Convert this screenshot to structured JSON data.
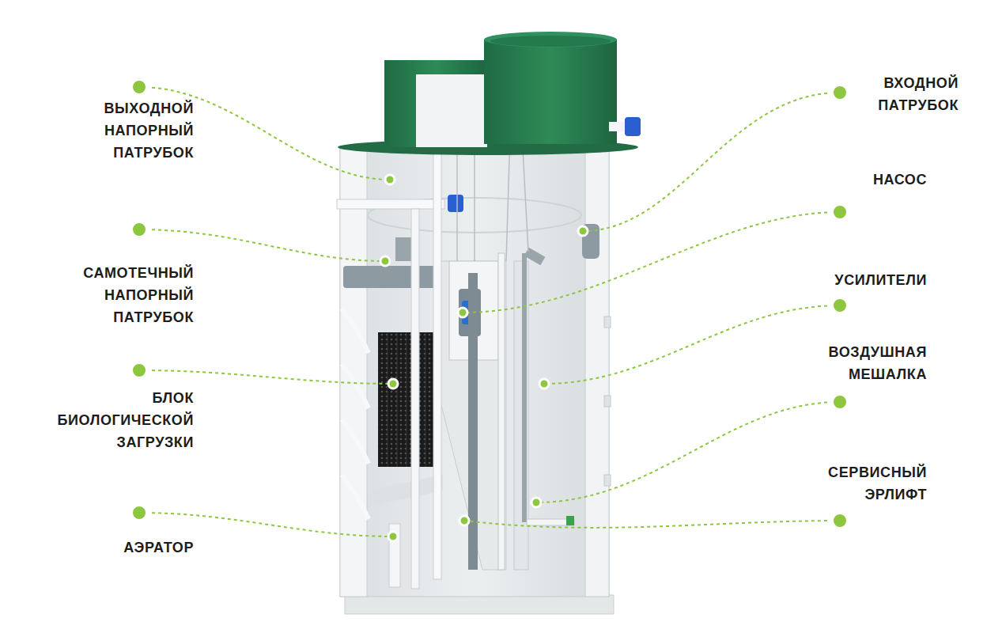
{
  "diagram": {
    "labels": [
      "ВЫХОДНОЙ НАПОРНЫЙ ПАТРУБОК",
      "САМОТЕЧНЫЙ НАПОРНЫЙ ПАТРУБОК",
      "БЛОК БИОЛОГИЧЕСКОЙ ЗАГРУЗКИ",
      "АЭРАТОР",
      "ВХОДНОЙ ПАТРУБОК",
      "НАСОС",
      "УСИЛИТЕЛИ",
      "ВОЗДУШНАЯ МЕШАЛКА",
      "СЕРВИСНЫЙ ЭРЛИФТ"
    ]
  }
}
